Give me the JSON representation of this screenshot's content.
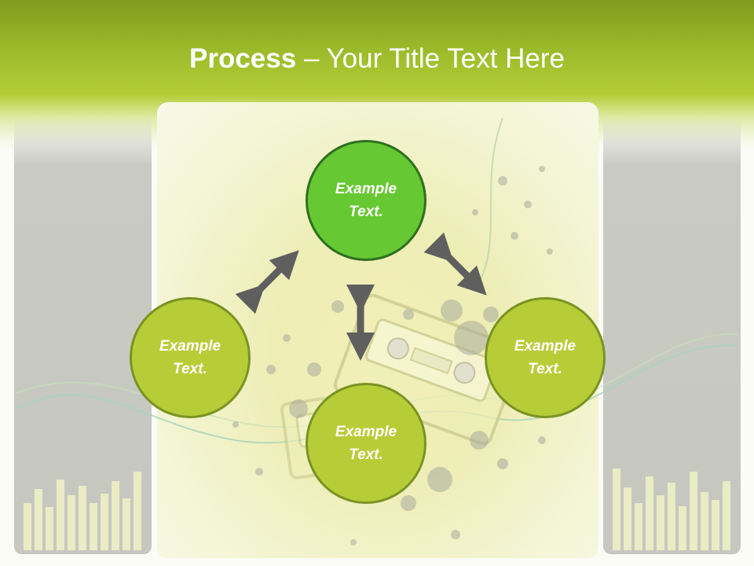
{
  "title": {
    "bold": "Process",
    "rest": " – Your Title Text Here"
  },
  "nodes": [
    {
      "id": "top",
      "label": "Example\nText."
    },
    {
      "id": "left",
      "label": "Example\nText."
    },
    {
      "id": "right",
      "label": "Example\nText."
    },
    {
      "id": "bottom",
      "label": "Example\nText."
    }
  ],
  "colors": {
    "header_green": "#9ab92a",
    "node_highlight": "#66c832",
    "node_default": "#b7cd38",
    "arrow": "#5f5f5f"
  }
}
